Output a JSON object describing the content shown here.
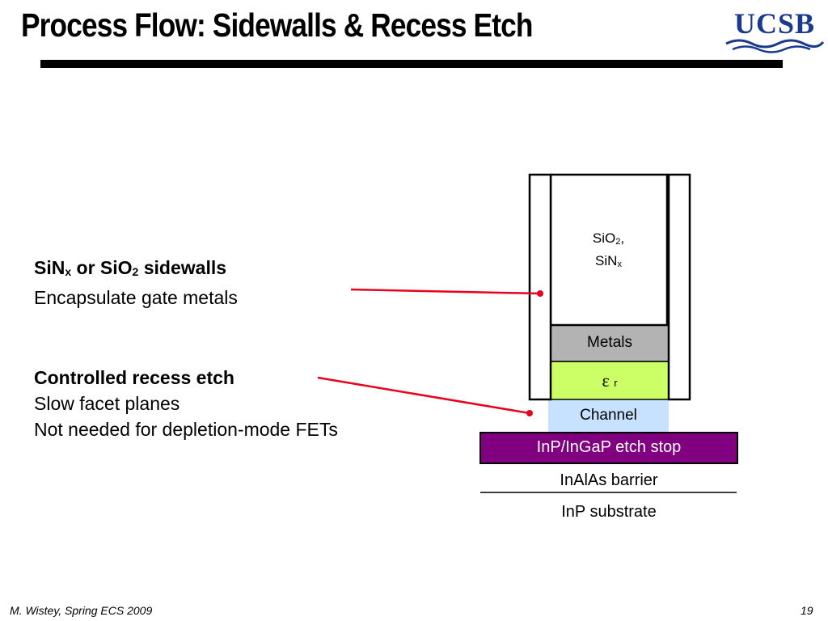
{
  "slide": {
    "title": "Process Flow: Sidewalls & Recess Etch",
    "logo_text": "UCSB"
  },
  "bullets": [
    {
      "head_parts": [
        "SiN",
        "x",
        " or SiO",
        "2",
        " sidewalls"
      ],
      "lines": [
        "Encapsulate gate metals"
      ]
    },
    {
      "head": "Controlled recess etch",
      "lines": [
        "Slow facet planes",
        "Not needed for depletion-mode FETs"
      ]
    }
  ],
  "diagram": {
    "sio2_parts": [
      "SiO",
      "2",
      ",",
      "SiN",
      "x"
    ],
    "metals": "Metals",
    "epsilon": "ε",
    "epsilon_sub": "r",
    "channel": "Channel",
    "etch_stop": "InP/InGaP etch stop",
    "barrier": "InAlAs barrier",
    "substrate": "InP substrate"
  },
  "colors": {
    "metals": "#b3b3b3",
    "epsilon_layer": "#ccff66",
    "channel": "#c6e2ff",
    "etch_stop": "#800080",
    "pointer": "#e8001c",
    "logo": "#1b3a8c"
  },
  "footer": {
    "author": "M. Wistey, Spring ECS 2009",
    "page": "19"
  }
}
